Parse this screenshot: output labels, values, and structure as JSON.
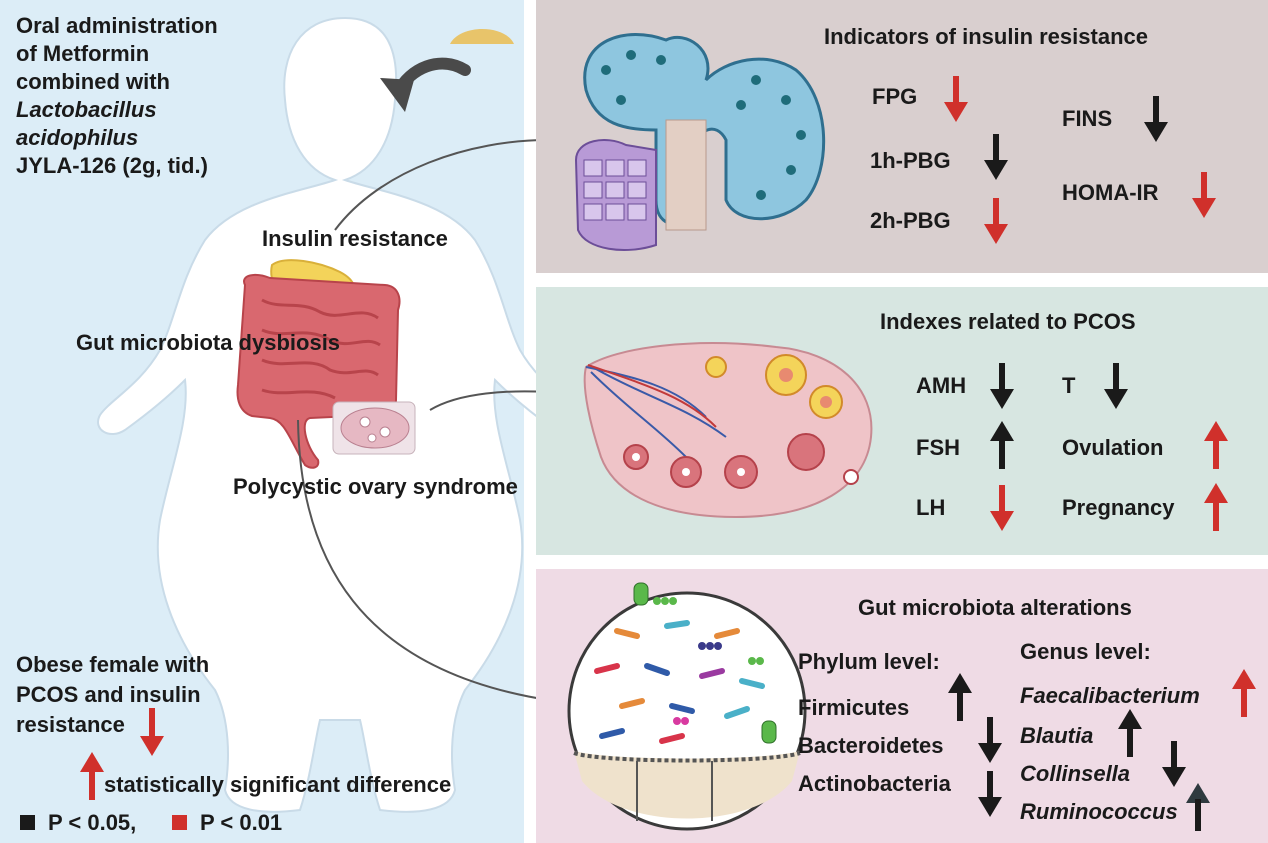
{
  "left": {
    "admin_line1": "Oral administration",
    "admin_line2": "of Metformin",
    "admin_line3": "combined with",
    "admin_line4": "Lactobacillus",
    "admin_line5": "acidophilus",
    "admin_line6": "JYLA-126 (2g, tid.)",
    "insulin_resistance": "Insulin resistance",
    "gut_dysbiosis": "Gut microbiota dysbiosis",
    "pcos": "Polycystic ovary syndrome",
    "obese_line1": "Obese female with",
    "obese_line2": "PCOS and insulin",
    "obese_line3": "resistance",
    "significance": "statistically significant difference",
    "p005": "P < 0.05,",
    "p001": "P < 0.01"
  },
  "colors": {
    "left_bg": "#dcedf7",
    "panel_ir_bg": "#d9cfcf",
    "panel_pcos_bg": "#d7e6e1",
    "panel_gut_bg": "#efdbe5",
    "red": "#d0302b",
    "black": "#1a1a1a"
  },
  "insulin_panel": {
    "title": "Indicators of insulin resistance",
    "items": [
      {
        "label": "FPG",
        "direction": "down",
        "color": "red"
      },
      {
        "label": "1h-PBG",
        "direction": "down",
        "color": "black"
      },
      {
        "label": "2h-PBG",
        "direction": "down",
        "color": "red"
      },
      {
        "label": "FINS",
        "direction": "down",
        "color": "black"
      },
      {
        "label": "HOMA-IR",
        "direction": "down",
        "color": "red"
      }
    ]
  },
  "pcos_panel": {
    "title": "Indexes related to PCOS",
    "items": [
      {
        "label": "AMH",
        "direction": "down",
        "color": "black"
      },
      {
        "label": "FSH",
        "direction": "up",
        "color": "black"
      },
      {
        "label": "LH",
        "direction": "down",
        "color": "red"
      },
      {
        "label": "T",
        "direction": "down",
        "color": "black"
      },
      {
        "label": "Ovulation",
        "direction": "up",
        "color": "red"
      },
      {
        "label": "Pregnancy",
        "direction": "up",
        "color": "red"
      }
    ]
  },
  "gut_panel": {
    "title": "Gut microbiota alterations",
    "phylum_header": "Phylum level:",
    "genus_header": "Genus level:",
    "phylum": [
      {
        "label": "Firmicutes",
        "direction": "up",
        "color": "black"
      },
      {
        "label": "Bacteroidetes",
        "direction": "down",
        "color": "black"
      },
      {
        "label": "Actinobacteria",
        "direction": "down",
        "color": "black"
      }
    ],
    "genus": [
      {
        "label": "Faecalibacterium",
        "direction": "up",
        "color": "red"
      },
      {
        "label": "Blautia",
        "direction": "up",
        "color": "black"
      },
      {
        "label": "Collinsella",
        "direction": "down",
        "color": "black"
      },
      {
        "label": "Ruminococcus",
        "direction": "up",
        "color": "black"
      }
    ]
  }
}
